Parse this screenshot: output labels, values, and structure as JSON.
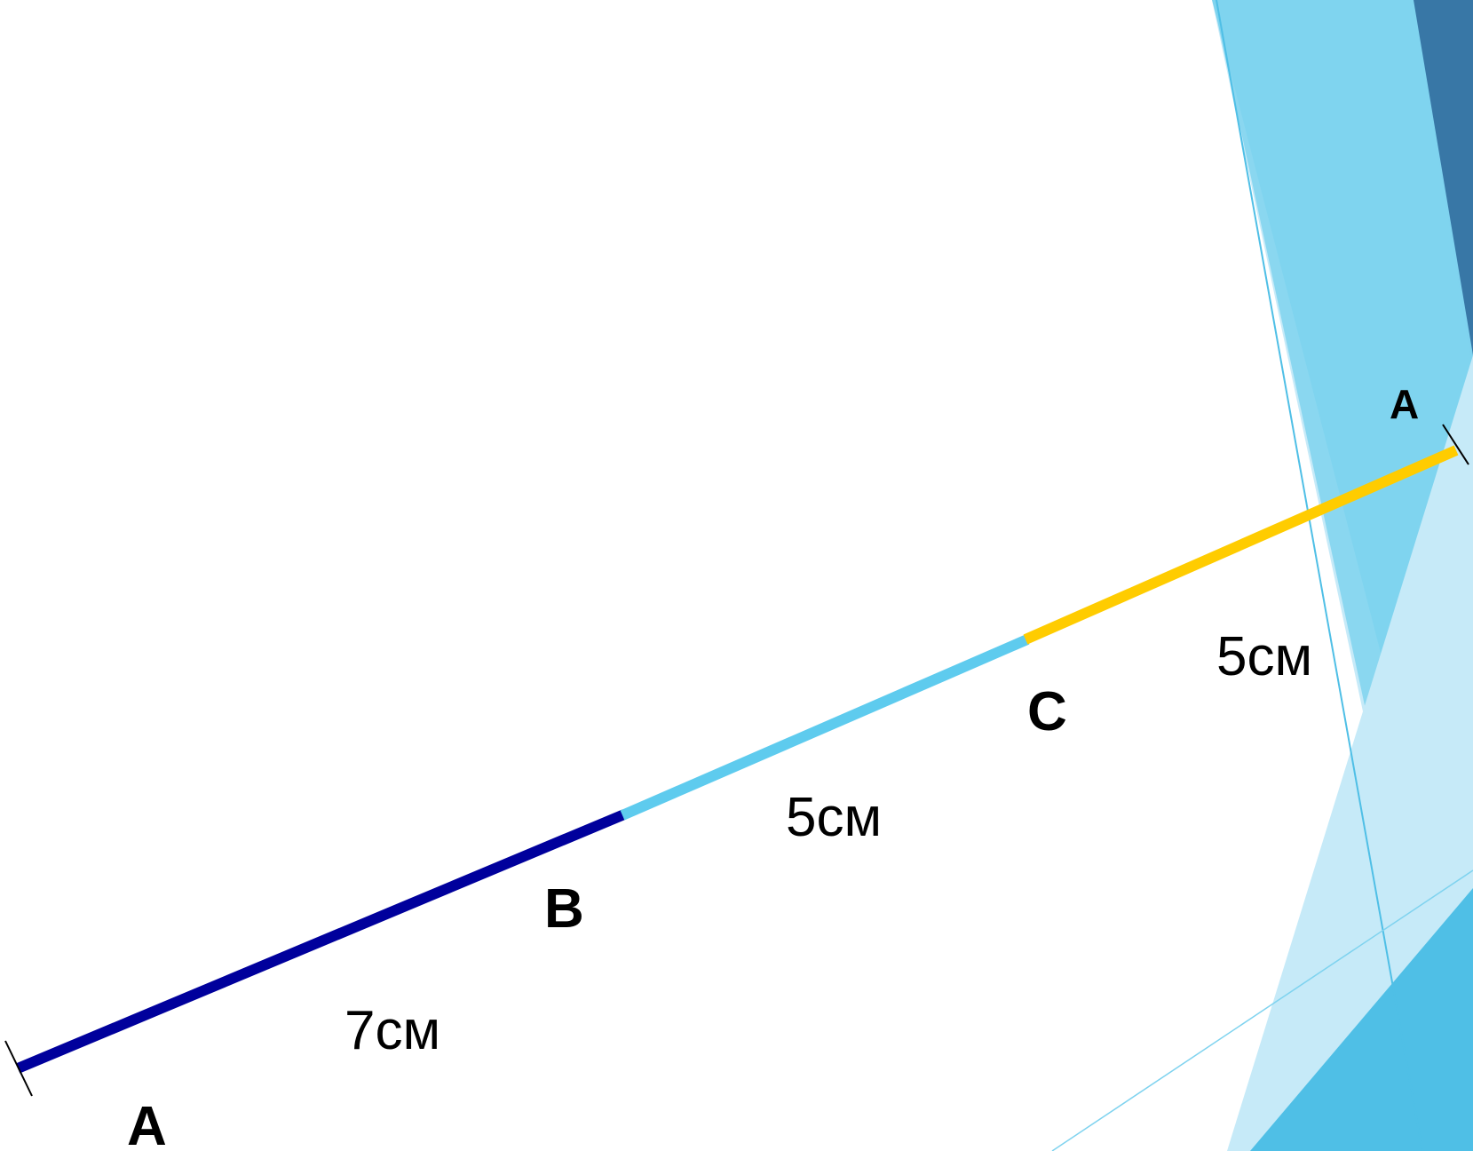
{
  "colors": {
    "background": "#ffffff",
    "segment_ab": "#00009c",
    "segment_bc": "#5ecbee",
    "segment_ca": "#ffcc00",
    "deco_dark": "#3877a6",
    "deco_light": "#7fd3ef",
    "deco_mid": "#4fbfe6",
    "deco_pale": "#c6eaf8",
    "tick": "#000000",
    "text": "#000000"
  },
  "points": {
    "start_label": "A",
    "b_label": "B",
    "c_label": "C",
    "end_label": "A"
  },
  "segments": [
    {
      "id": "ab",
      "length_label": "7см",
      "length": 7
    },
    {
      "id": "bc",
      "length_label": "5см",
      "length": 5
    },
    {
      "id": "ca",
      "length_label": "5см",
      "length": 5
    }
  ]
}
